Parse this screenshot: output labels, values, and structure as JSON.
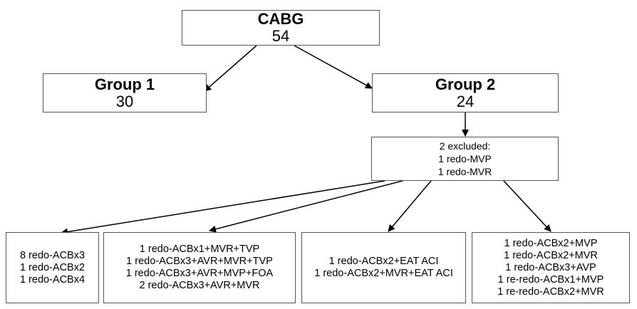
{
  "root": {
    "title": "CABG",
    "count": "54"
  },
  "group1": {
    "title": "Group 1",
    "count": "30"
  },
  "group2": {
    "title": "Group 2",
    "count": "24"
  },
  "excluded": {
    "lines": [
      "2 excluded:",
      "1 redo-MVP",
      "1 redo-MVR"
    ]
  },
  "leaves": [
    {
      "lines": [
        "8 redo-ACBx3",
        "1 redo-ACBx2",
        "1 redo-ACBx4"
      ]
    },
    {
      "lines": [
        "1 redo-ACBx1+MVR+TVP",
        "1 redo-ACBx3+AVR+MVR+TVP",
        "1 redo-ACBx3+AVR+MVP+FOA",
        "2 redo-ACBx3+AVR+MVR"
      ]
    },
    {
      "lines": [
        "1 redo-ACBx2+EAT ACI",
        "1 redo-ACBx2+MVR+EAT ACI"
      ]
    },
    {
      "lines": [
        "1 redo-ACBx2+MVP",
        "1 redo-ACBx2+MVR",
        "1 redo-ACBx3+AVP",
        "1 re-redo-ACBx1+MVP",
        "1 re-redo-ACBx2+MVR"
      ]
    }
  ]
}
